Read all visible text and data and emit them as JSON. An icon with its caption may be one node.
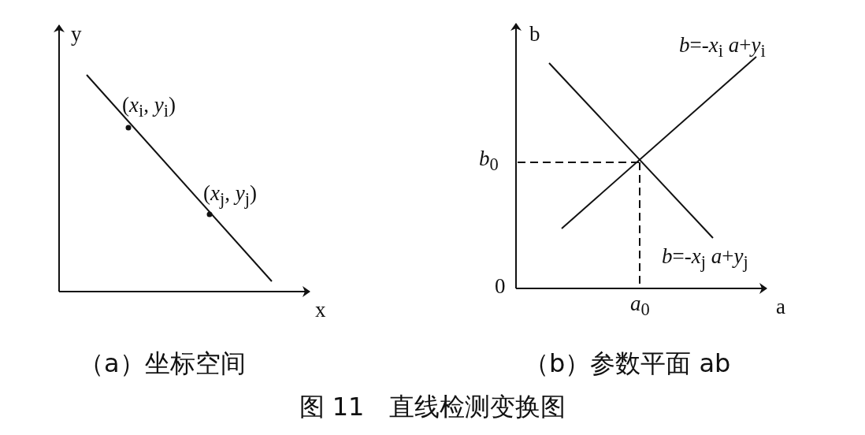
{
  "diagram": {
    "caption": "图 11　直线检测变换图",
    "labels": [
      "y",
      "(*x*$_{i}$, *y*$_{i}$)",
      "(*x*$_{j}$, *y*$_{j}$)",
      "x",
      "b",
      "*b*=-*x*$_{i}$ *a*+*y*$_{i}$",
      "*b*$_{0}$",
      "*b*=-*x*$_{j}$ *a*+*y*$_{j}$",
      "0",
      "*a*$_{0}$",
      "a",
      "（a）坐标空间",
      "（b）参数平面 ab"
    ]
  }
}
